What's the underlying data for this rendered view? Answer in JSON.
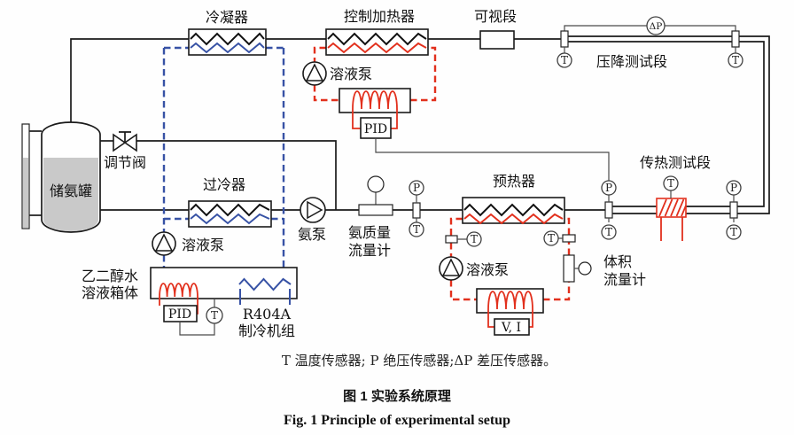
{
  "components": {
    "condenser": "冷凝器",
    "control_heater": "控制加热器",
    "sight_section": "可视段",
    "pressure_drop_section": "压降测试段",
    "regulating_valve": "调节阀",
    "ammonia_tank": "储氨罐",
    "subcooler": "过冷器",
    "ammonia_pump": "氨泵",
    "solution_pump": "溶液泵",
    "pid": "PID",
    "mass_flow_meter": [
      "氨质量",
      "流量计"
    ],
    "preheater": "预热器",
    "heat_transfer_section": "传热测试段",
    "glycol_tank": [
      "乙二醇水",
      "溶液箱体"
    ],
    "chiller": [
      "R404A",
      "制冷机组"
    ],
    "volume_flow_meter": [
      "体积",
      "流量计"
    ],
    "vi_meter": "V, I"
  },
  "sensors": {
    "t": "T",
    "p": "P",
    "dp": "ΔP"
  },
  "legend": "T 温度传感器; P 绝压传感器;ΔP 差压传感器。",
  "caption": {
    "zh": "图 1 实验系统原理",
    "en": "Fig. 1 Principle of experimental setup"
  },
  "colors": {
    "coolant_blue": "#3752a5",
    "heater_red": "#e2301d",
    "pipe_black": "#1a1a1a",
    "sensor_gray": "#4a4a4a",
    "liquid_gray": "#c9c9c9"
  }
}
